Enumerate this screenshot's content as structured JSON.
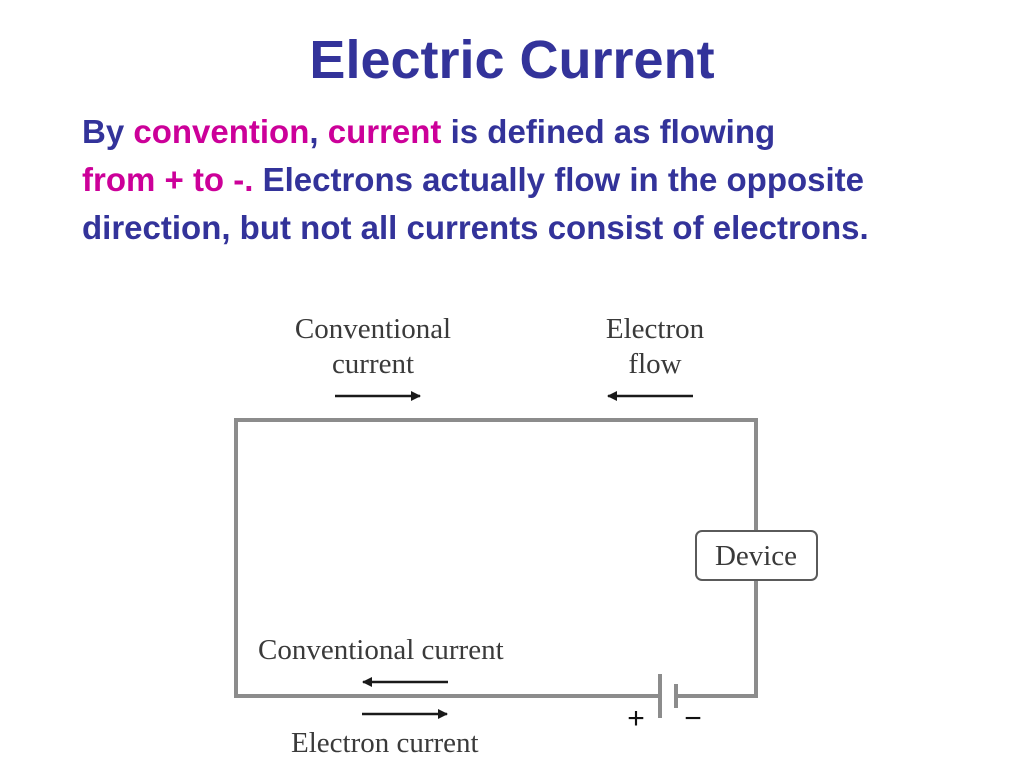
{
  "slide": {
    "title": "Electric Current",
    "paragraph": {
      "by": "By ",
      "convention": "convention",
      "comma": ",",
      "current": "current",
      "defined": " is defined as flowing",
      "from_to": "from + to -.",
      "rest": " Electrons actually flow in the opposite direction, but not all currents consist of electrons."
    }
  },
  "diagram": {
    "top_left_label_line1": "Conventional",
    "top_left_label_line2": "current",
    "top_right_label_line1": "Electron",
    "top_right_label_line2": "flow",
    "device_label": "Device",
    "bottom_upper_label": "Conventional current",
    "bottom_lower_label": "Electron current",
    "battery_plus": "+",
    "battery_minus": "−"
  },
  "colors": {
    "title": "#33339a",
    "highlight": "#cc0099",
    "wire": "#8c8c8c"
  }
}
